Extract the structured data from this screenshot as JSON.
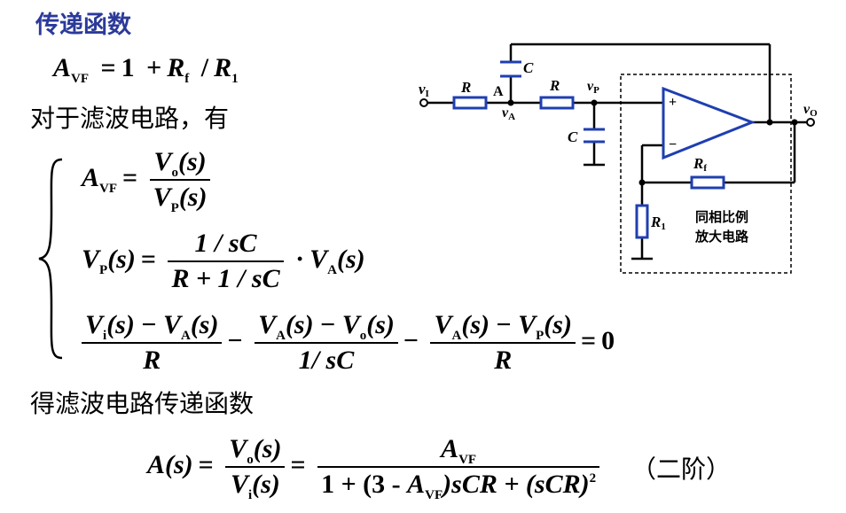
{
  "title": "传递函数",
  "gain_eq": {
    "lhs": "A",
    "lhs_sub": "VF",
    "rhs_one": "1",
    "rhs_rf": "R",
    "rhs_rf_sub": "f",
    "rhs_r1": "R",
    "rhs_r1_sub": "1"
  },
  "filter_text": "对于滤波电路，有",
  "eq1": {
    "lhs": "A",
    "lhs_sub": "VF",
    "num": "V",
    "num_sub": "o",
    "num_arg": "(s)",
    "den": "V",
    "den_sub": "P",
    "den_arg": "(s)"
  },
  "eq2": {
    "lhs": "V",
    "lhs_sub": "P",
    "lhs_arg": "(s)",
    "num": "1 / sC",
    "den": "R + 1 / sC",
    "tail": "V",
    "tail_sub": "A",
    "tail_arg": "(s)"
  },
  "eq3": {
    "f1_num_a": "V",
    "f1_num_a_sub": "i",
    "f1_num_b": "V",
    "f1_num_b_sub": "A",
    "f1_den": "R",
    "f2_num_a": "V",
    "f2_num_a_sub": "A",
    "f2_num_b": "V",
    "f2_num_b_sub": "o",
    "f2_den": "1/ sC",
    "f3_num_a": "V",
    "f3_num_a_sub": "A",
    "f3_num_b": "V",
    "f3_num_b_sub": "P",
    "f3_den": "R",
    "arg": "(s)",
    "zero": "0"
  },
  "result_text": "得滤波电路传递函数",
  "final_eq": {
    "lhs": "A(s)",
    "num": "V",
    "num_sub": "o",
    "den": "V",
    "den_sub": "i",
    "arg": "(s)",
    "num2": "A",
    "num2_sub": "VF",
    "den2_a": "1 + (3 - ",
    "den2_b": "A",
    "den2_b_sub": "VF",
    "den2_c": ")sCR + (sCR)",
    "den2_sup": "2"
  },
  "order_label": "（二阶）",
  "circuit": {
    "labels": {
      "vi": "v",
      "vi_sub": "I",
      "r1": "R",
      "a": "A",
      "va": "v",
      "va_sub": "A",
      "c_top": "C",
      "r2": "R",
      "vp": "v",
      "vp_sub": "P",
      "c_low": "C",
      "plus": "+",
      "minus": "−",
      "vo": "v",
      "vo_sub": "O",
      "rf": "R",
      "rf_sub": "f",
      "rl": "R",
      "rl_sub": "1",
      "box_line1": "同相比例",
      "box_line2": "放大电路"
    },
    "colors": {
      "resistor": "#1f3fb0",
      "capacitor": "#1f3fb0",
      "wire": "#000000",
      "title": "#2b3a99"
    }
  }
}
